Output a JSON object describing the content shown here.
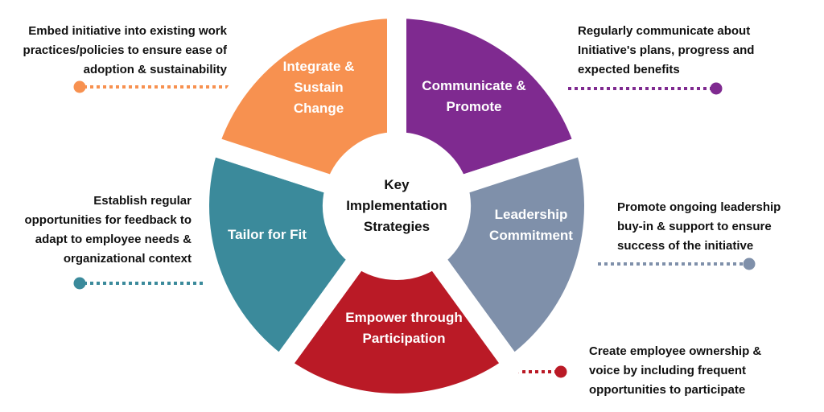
{
  "center_title": [
    "Key",
    "Implementation",
    "Strategies"
  ],
  "segments": [
    {
      "id": "communicate",
      "label": [
        "Communicate &",
        "Promote"
      ],
      "color": "#7F2A90",
      "description": [
        "Regularly communicate about",
        "Initiative's plans, progress and",
        "expected benefits"
      ]
    },
    {
      "id": "leadership",
      "label": [
        "Leadership",
        "Commitment"
      ],
      "color": "#7F90AA",
      "description": [
        "Promote ongoing leadership",
        "buy-in & support to ensure",
        "success of the initiative"
      ]
    },
    {
      "id": "empower",
      "label": [
        "Empower through",
        "Participation"
      ],
      "color": "#BA1A26",
      "description": [
        "Create employee ownership &",
        "voice by including frequent",
        "opportunities to participate"
      ]
    },
    {
      "id": "tailor",
      "label": [
        "Tailor for Fit"
      ],
      "color": "#3B8A9B",
      "description": [
        "Establish regular",
        "opportunities for feedback to",
        "adapt to employee needs &",
        "organizational context"
      ]
    },
    {
      "id": "integrate",
      "label": [
        "Integrate &",
        "Sustain",
        "Change"
      ],
      "color": "#F79150",
      "description": [
        "Embed initiative into existing work",
        "practices/policies to ensure ease of",
        "adoption & sustainability"
      ]
    }
  ]
}
